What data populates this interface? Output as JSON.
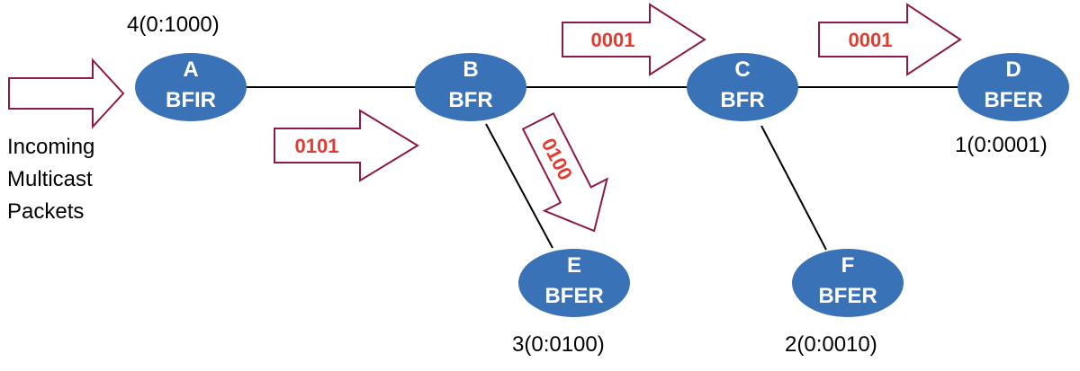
{
  "colors": {
    "node_fill": "#3a72b8",
    "node_text": "#ffffff",
    "link": "#000000",
    "arrow_stroke": "#8b1a4a",
    "bit_text": "#e03c31"
  },
  "incoming": {
    "lines": [
      "Incoming",
      "Multicast",
      "Packets"
    ]
  },
  "nodes": {
    "A": {
      "name": "A",
      "role": "BFIR",
      "bit_id": "4(0:1000)"
    },
    "B": {
      "name": "B",
      "role": "BFR"
    },
    "C": {
      "name": "C",
      "role": "BFR"
    },
    "D": {
      "name": "D",
      "role": "BFER",
      "bit_id": "1(0:0001)"
    },
    "E": {
      "name": "E",
      "role": "BFER",
      "bit_id": "3(0:0100)"
    },
    "F": {
      "name": "F",
      "role": "BFER",
      "bit_id": "2(0:0010)"
    }
  },
  "arrows": {
    "a_to_b": {
      "bits": "0101"
    },
    "b_to_e": {
      "bits": "0100"
    },
    "b_to_c": {
      "bits": "0001"
    },
    "c_to_d": {
      "bits": "0001"
    }
  }
}
